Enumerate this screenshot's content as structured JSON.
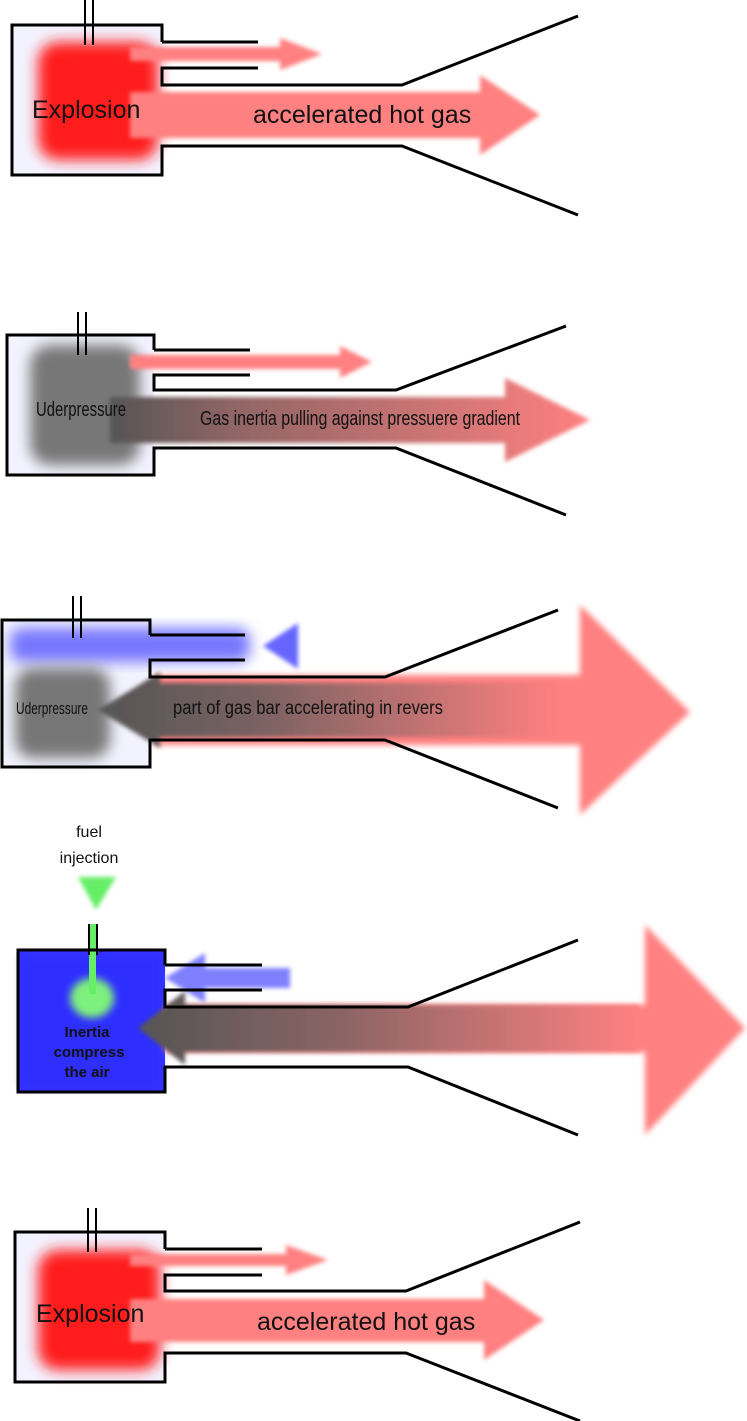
{
  "colors": {
    "explosion": "#ff1a1a",
    "hot_gas": "#ff8080",
    "underpressure": "#7a7a7a",
    "fresh_air": "#6666ff",
    "compressed_air": "#3333ff",
    "fuel": "#66ee66",
    "walls": "#000000"
  },
  "stages": [
    {
      "chamber_label": "Explosion",
      "flow_label": "accelerated hot gas"
    },
    {
      "chamber_label": "Uderpressure",
      "flow_label": "Gas inertia pulling against pressuere gradient"
    },
    {
      "chamber_label": "Uderpressure",
      "flow_label": "part of gas bar accelerating in revers"
    },
    {
      "fuel_label_line1": "fuel",
      "fuel_label_line2": "injection",
      "chamber_line1": "Inertia",
      "chamber_line2": "compress",
      "chamber_line3": "the air"
    },
    {
      "chamber_label": "Explosion",
      "flow_label": "accelerated hot gas"
    }
  ]
}
